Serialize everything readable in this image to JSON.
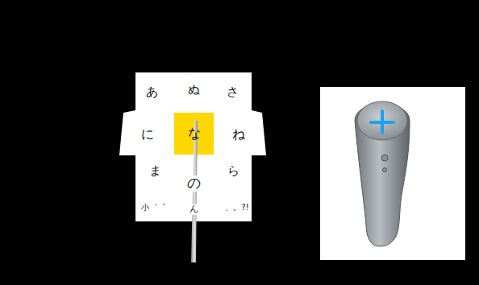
{
  "diagram": {
    "nodes": [
      {
        "text": [
          "あ",
          "ぬ",
          "さ",
          "に",
          "ね",
          "ま",
          "の",
          "ら",
          "小゛゜",
          "ん",
          "、。?!"
        ]
      },
      {
        "text": [
          "な"
        ],
        "in": 0
      }
    ]
  }
}
